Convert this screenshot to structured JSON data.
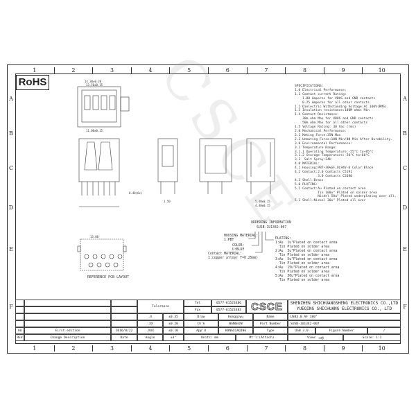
{
  "rohs": "RoHS",
  "columns": [
    "1",
    "2",
    "3",
    "4",
    "5",
    "6",
    "7",
    "8",
    "9",
    "10"
  ],
  "rows": [
    "A",
    "B",
    "C",
    "D",
    "E",
    "F"
  ],
  "watermark": "CSCE",
  "specifications": "SPECIFICATIONS:\n1.0 Electrical Performance:\n1.1 Contact current Rating:\n    1.80 Amperes for VBUS and GND contacts\n    0.25 Amperes for all other contacts\n1.2 Dielectric Withstanding Voltage:AC 100V(RMS).\n1.3 Insulation resistance:100M ohms Min\n1.4 Contact Resistance:\n    30m ohm Max for VBUS and GND contacts\n    50m ohm Max for all other contacts\n1.5 Voltage Rating: 30 Vac (rms)\n2.0 Mechanical Performance:\n2.1 Mating Force:35N Max\n2.2 Unmating Force:10N Min/8N Min After Durability.\n3.0 Environmental Performance:\n3.1 Temperature Range:\n3.1.1 Operating Temperature:-55°C to+85°C\n3.1.2 Storage Temperature:-20°C to+60°C\n3.2  Salt Spray:24H\n4.0 MATERIAL:\n4.1 Housing:PBT+30%GF,UL94V-0 Color:Black\n4.2 Contact:2.0 Contacts C5191\n            3.0 Contacts C2680\n4.3 Shell:Brass\n5.0 PLATING:\n5.1 Contact:Au Plated on contact area\n            Tin 100u\" Plated on solder area\n            Nickel 50u\" Plated underplating over all.\n5.2 Shell:Nickel 30u\" Plated all over",
  "ordering": {
    "title": "ORDERING INFORMATION",
    "code": "SUSB-1U1342-007",
    "housing": "HOUSING MATERIAL:\n1:PBT",
    "color": "COLOR:\nU:BLUE",
    "contact": "Contact MATERIAL:\n1:copper alloy( T=0.25mm)",
    "plating": "PLATING:\n1:Au  1u\"Plated on contact area\n  Tin Plated on solder area\n2:Au  3u\"Plated on contact area\n  Tin Plated on solder area\n3:Au  5u\"Plated on contact area\n  Tin Plated on solder area\n4:Au  15u\"Plated on contact area\n  Tin Plated on solder area\n5:Au  30u\"Plated on contact area\n  Tin Plated on solder area"
  },
  "drawing": {
    "dims": [
      "14.30±0.20",
      "13.50±0.15",
      "11.00±0.15",
      "13.80",
      "0.40(6x)",
      "1.50",
      "5.40±0.15",
      "4.40±0.15"
    ],
    "pcb_label": "REFERENCE PCB LAYOUT"
  },
  "title_block": {
    "tolerance": "Tolerance",
    "tol_rows": [
      [
        ".X",
        "±0.35"
      ],
      [
        ".XX",
        "±0.20"
      ],
      [
        ".XXX",
        "±0.10"
      ],
      [
        "Angle",
        "±3°"
      ]
    ],
    "tel_label": "Tel",
    "tel": "0577-61523486",
    "fax_label": "Fax",
    "fax": "0577-61523483",
    "logo": "CSCE",
    "company1": "SHENZHEN SHICHUANGSHENG ELECTRONICS CO.,LTD",
    "company2": "YUEQING SHICHUANG ELECTRONICS CO., LTD",
    "draw_label": "Draw",
    "draw": "Hongqiwu",
    "chk_label": "Ch'k",
    "chk": "WANGHJN",
    "app_label": "App'd",
    "app": "HONGXIAQING",
    "units": "Units: mm",
    "material": "Mt'l:(Attach)",
    "name_label": "Name",
    "name": "USB3.0 AF 180°",
    "part_label": "Part Number",
    "part": "SUSB-1U1342-007",
    "type_label": "Type",
    "type": "USB 3.0",
    "figure_label": "Figure Number",
    "figure": "/",
    "view_label": "View:",
    "scale": "Scale: 1:1",
    "rev_code": "A0",
    "rev_desc": "First edition",
    "rev_date": "2016/8/22",
    "rev_label": "REV",
    "desc_label": "Change Description",
    "date_label": "Date"
  }
}
